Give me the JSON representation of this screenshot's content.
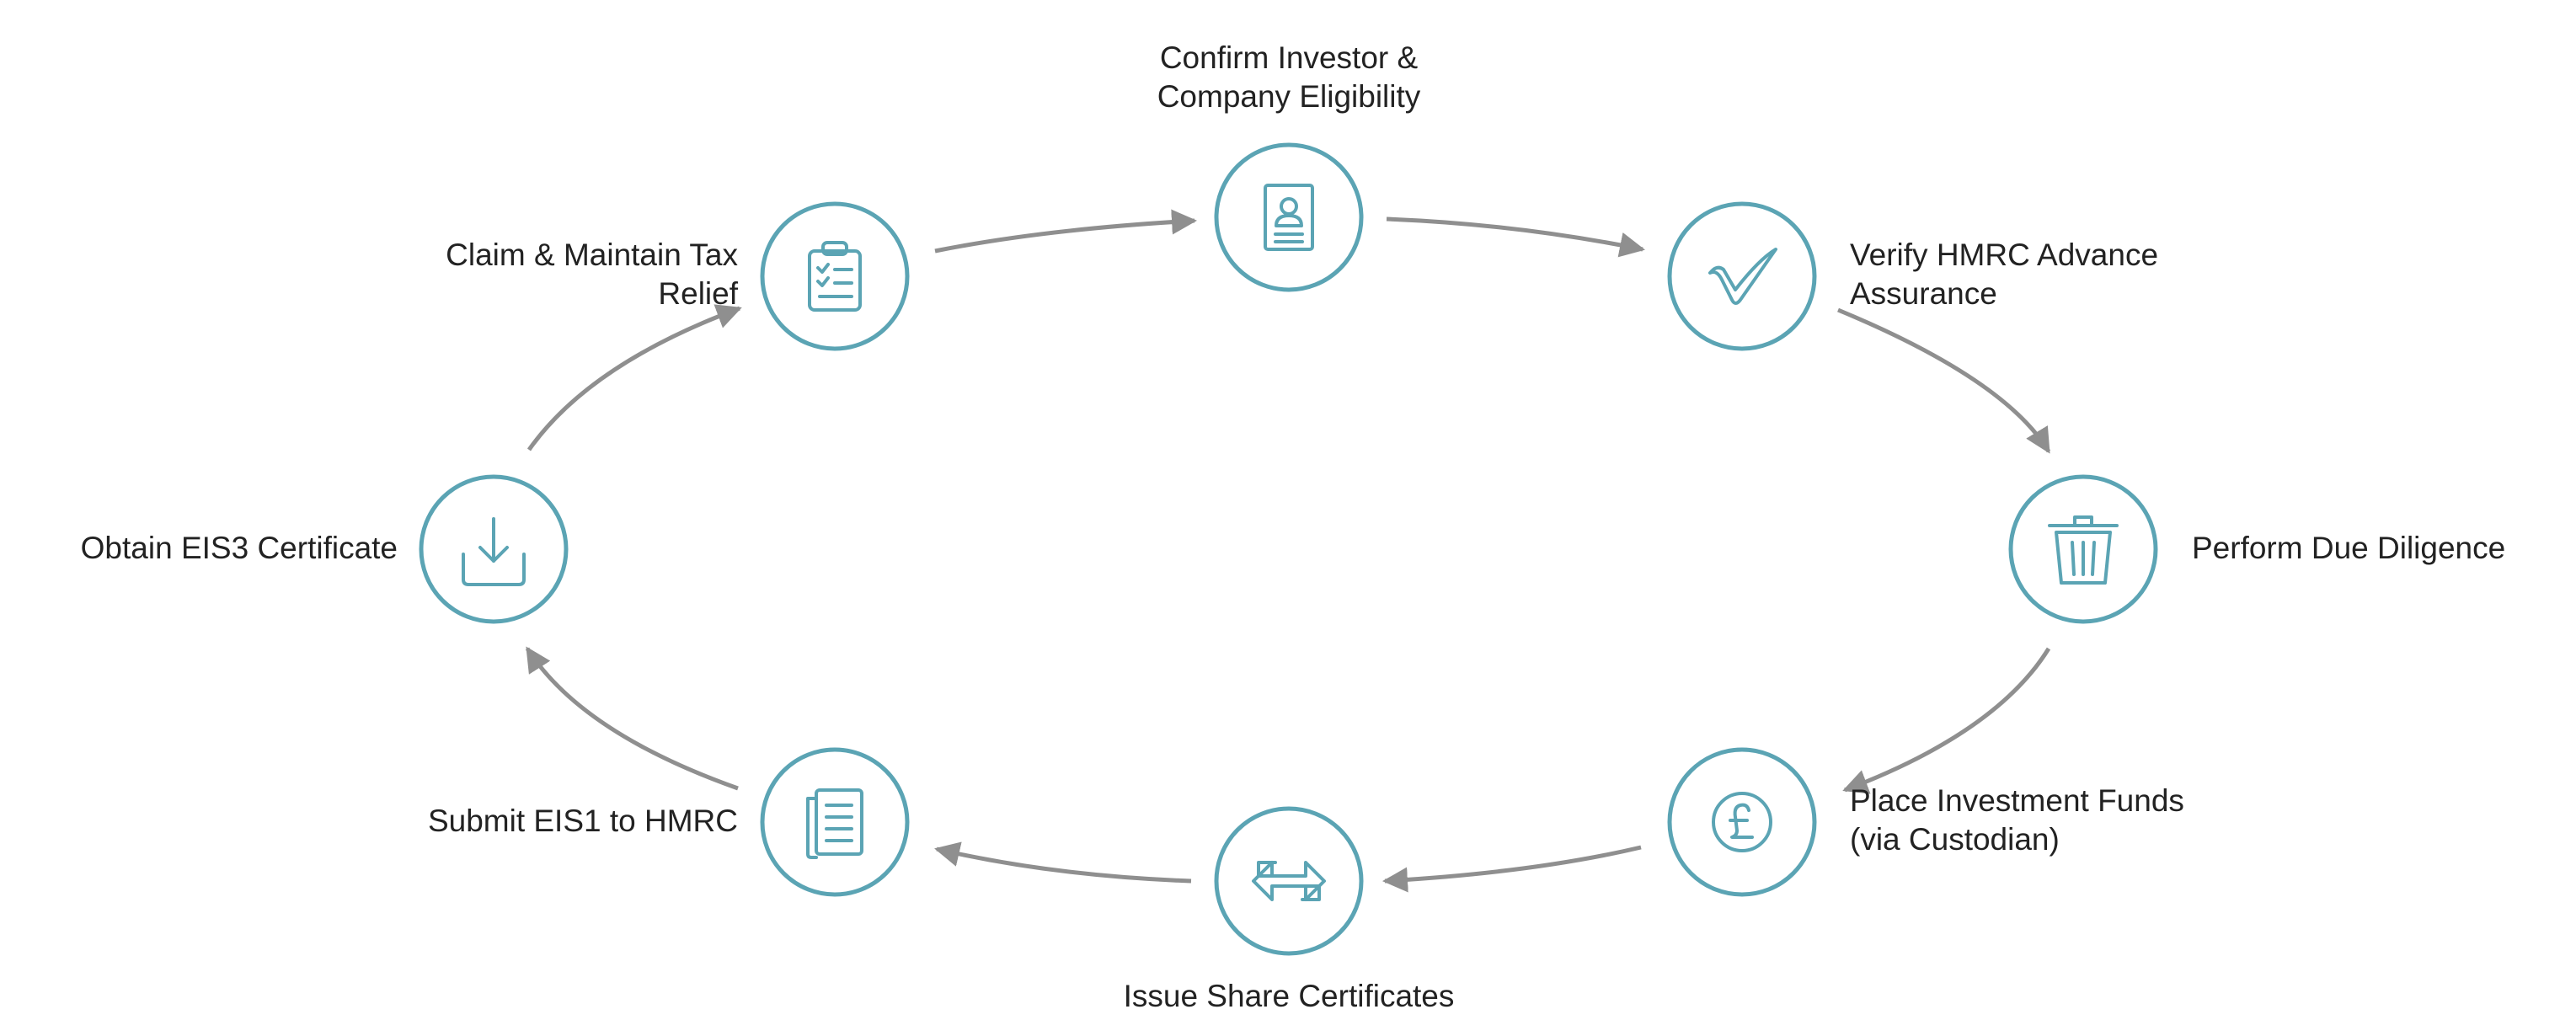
{
  "colors": {
    "node": "#5ba4b4",
    "arrow": "#8f8f8f",
    "text": "#222222"
  },
  "steps": [
    {
      "id": "confirm",
      "label_lines": [
        "Confirm Investor &",
        "Company Eligibility"
      ],
      "icon": "id-card-icon"
    },
    {
      "id": "verify",
      "label_lines": [
        "Verify HMRC Advance",
        "Assurance"
      ],
      "icon": "checkmark-icon"
    },
    {
      "id": "due",
      "label_lines": [
        "Perform Due Diligence"
      ],
      "icon": "trash-bin-icon"
    },
    {
      "id": "funds",
      "label_lines": [
        "Place Investment Funds",
        "(via Custodian)"
      ],
      "icon": "pound-coin-icon"
    },
    {
      "id": "issue",
      "label_lines": [
        "Issue Share Certificates"
      ],
      "icon": "exchange-arrows-icon"
    },
    {
      "id": "submit",
      "label_lines": [
        "Submit EIS1 to HMRC"
      ],
      "icon": "document-stack-icon"
    },
    {
      "id": "obtain",
      "label_lines": [
        "Obtain EIS3 Certificate"
      ],
      "icon": "download-tray-icon"
    },
    {
      "id": "claim",
      "label_lines": [
        "Claim & Maintain Tax",
        "Relief"
      ],
      "icon": "clipboard-checklist-icon"
    }
  ]
}
